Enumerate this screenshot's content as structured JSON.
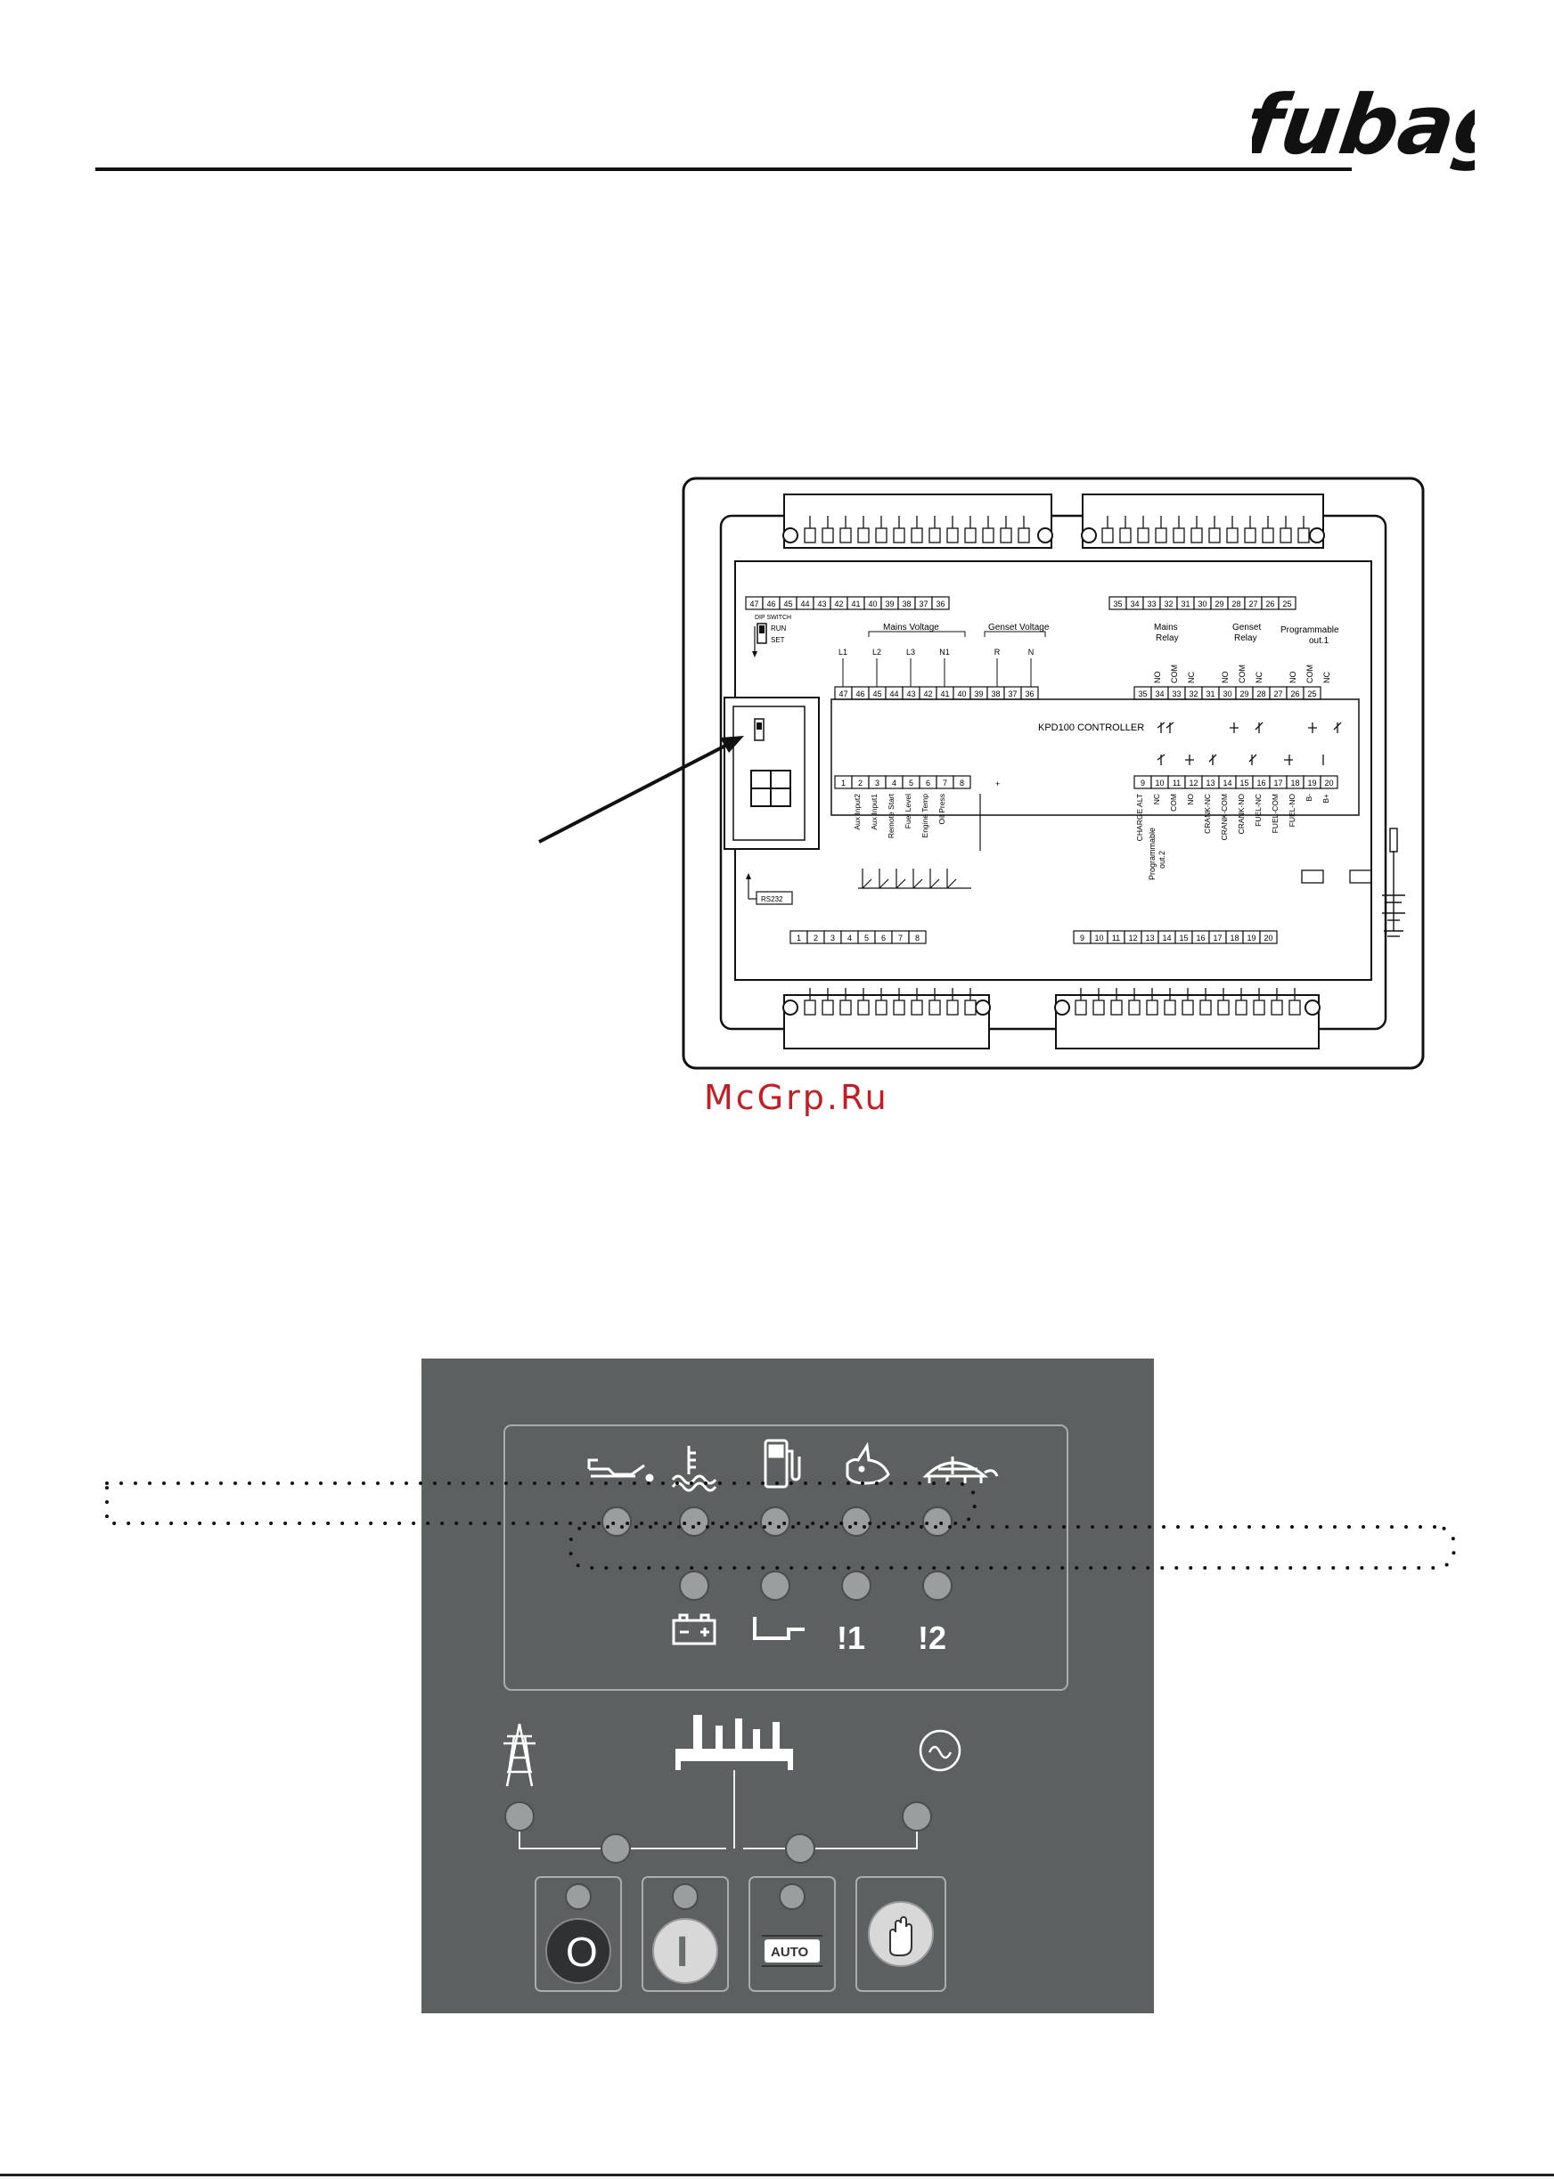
{
  "brand": {
    "name": "fubag"
  },
  "watermark": "McGrp.Ru",
  "terminal_diagram": {
    "top_terminals_left": [
      "47",
      "46",
      "45",
      "44",
      "43",
      "42",
      "41",
      "40",
      "39",
      "38",
      "37",
      "36"
    ],
    "top_terminals_right": [
      "35",
      "34",
      "33",
      "32",
      "31",
      "30",
      "29",
      "28",
      "27",
      "26",
      "25"
    ],
    "bottom_terminals_left": [
      "1",
      "2",
      "3",
      "4",
      "5",
      "6",
      "7",
      "8"
    ],
    "bottom_terminals_right": [
      "9",
      "10",
      "11",
      "12",
      "13",
      "14",
      "15",
      "16",
      "17",
      "18",
      "19",
      "20"
    ],
    "dip_switch": {
      "title": "DIP SWITCH",
      "run": "RUN",
      "set": "SET"
    },
    "groups": {
      "mains_voltage": "Mains  Voltage",
      "genset_voltage": "Genset  Voltage",
      "mains_relay_1": "Mains",
      "mains_relay_2": "Relay",
      "genset_relay_1": "Genset",
      "genset_relay_2": "Relay",
      "prog_out1_1": "Programmable",
      "prog_out1_2": "out.1"
    },
    "phase_labels": [
      "L1",
      "L2",
      "L3",
      "N1"
    ],
    "genset_phase_labels": [
      "R",
      "N"
    ],
    "relay_contact_labels": [
      "NO",
      "COM",
      "NC",
      "NO",
      "COM",
      "NC",
      "NO",
      "COM",
      "NC"
    ],
    "controller_title": "KPD100  CONTROLLER",
    "input_labels": [
      "Aux Input2",
      "Aux Input1",
      "Remote Start",
      "Fuel Level",
      "Engine Temp",
      "Oil Press"
    ],
    "output_labels": [
      "CHARGE ALT",
      "NC",
      "COM",
      "NO",
      "CRANK-NC",
      "CRANK-COM",
      "CRANK-NO",
      "FUEL-NC",
      "FUEL-COM",
      "FUEL-NO",
      "B-",
      "B+"
    ],
    "prog_out2_1": "Programmable",
    "prog_out2_2": "out.2",
    "rs232": "RS232",
    "plus_sign": "+"
  },
  "front_panel": {
    "alarm_icons": [
      "oil-pressure-icon",
      "engine-temperature-icon",
      "fuel-level-icon",
      "overspeed-rabbit-icon",
      "underspeed-turtle-icon"
    ],
    "second_row_icons": [
      "battery-icon",
      "charge-icon",
      "alarm-1-icon",
      "alarm-2-icon"
    ],
    "alarm_1_text": "!1",
    "alarm_2_text": "!2",
    "buttons": {
      "off": "O",
      "manual": "I",
      "auto": "AUTO"
    },
    "colors": {
      "panel": "#5d6060",
      "led": "#9b9e9e",
      "off_button": "#2f3232",
      "button_face": "#d8d8d8"
    }
  }
}
